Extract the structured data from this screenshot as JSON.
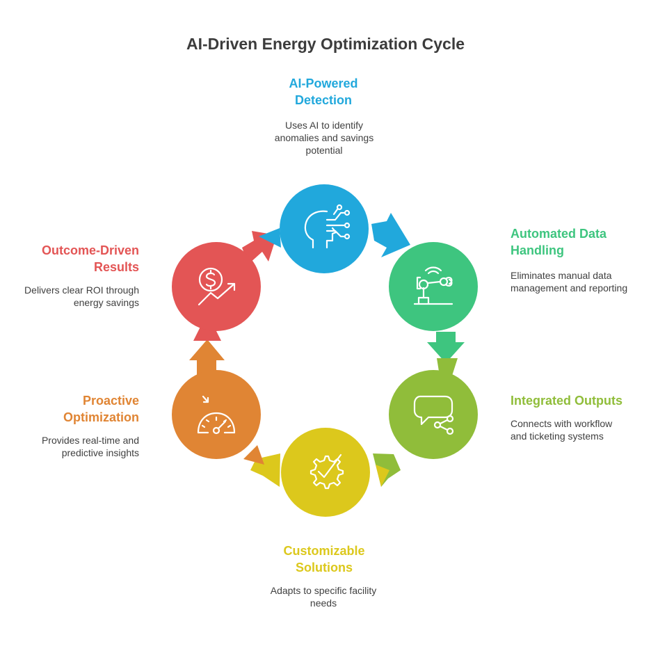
{
  "title": "AI-Driven Energy Optimization Cycle",
  "steps": [
    {
      "label": "AI-Powered Detection",
      "description": "Uses AI to identify anomalies and savings potential",
      "color": "#21a8dc",
      "icon": "ai-head-circuit-icon"
    },
    {
      "label": "Automated Data Handling",
      "description": "Eliminates manual data management and reporting",
      "color": "#3ec57f",
      "icon": "robotic-arm-icon"
    },
    {
      "label": "Integrated Outputs",
      "description": "Connects with workflow and ticketing systems",
      "color": "#90bd3a",
      "icon": "chat-share-icon"
    },
    {
      "label": "Customizable Solutions",
      "description": "Adapts to specific facility needs",
      "color": "#dcc81c",
      "icon": "gear-check-icon"
    },
    {
      "label": "Proactive Optimization",
      "description": "Provides real-time and predictive insights",
      "color": "#e08534",
      "icon": "gauge-icon"
    },
    {
      "label": "Outcome-Driven Results",
      "description": "Delivers clear ROI through energy savings",
      "color": "#e35555",
      "icon": "dollar-growth-icon"
    }
  ]
}
